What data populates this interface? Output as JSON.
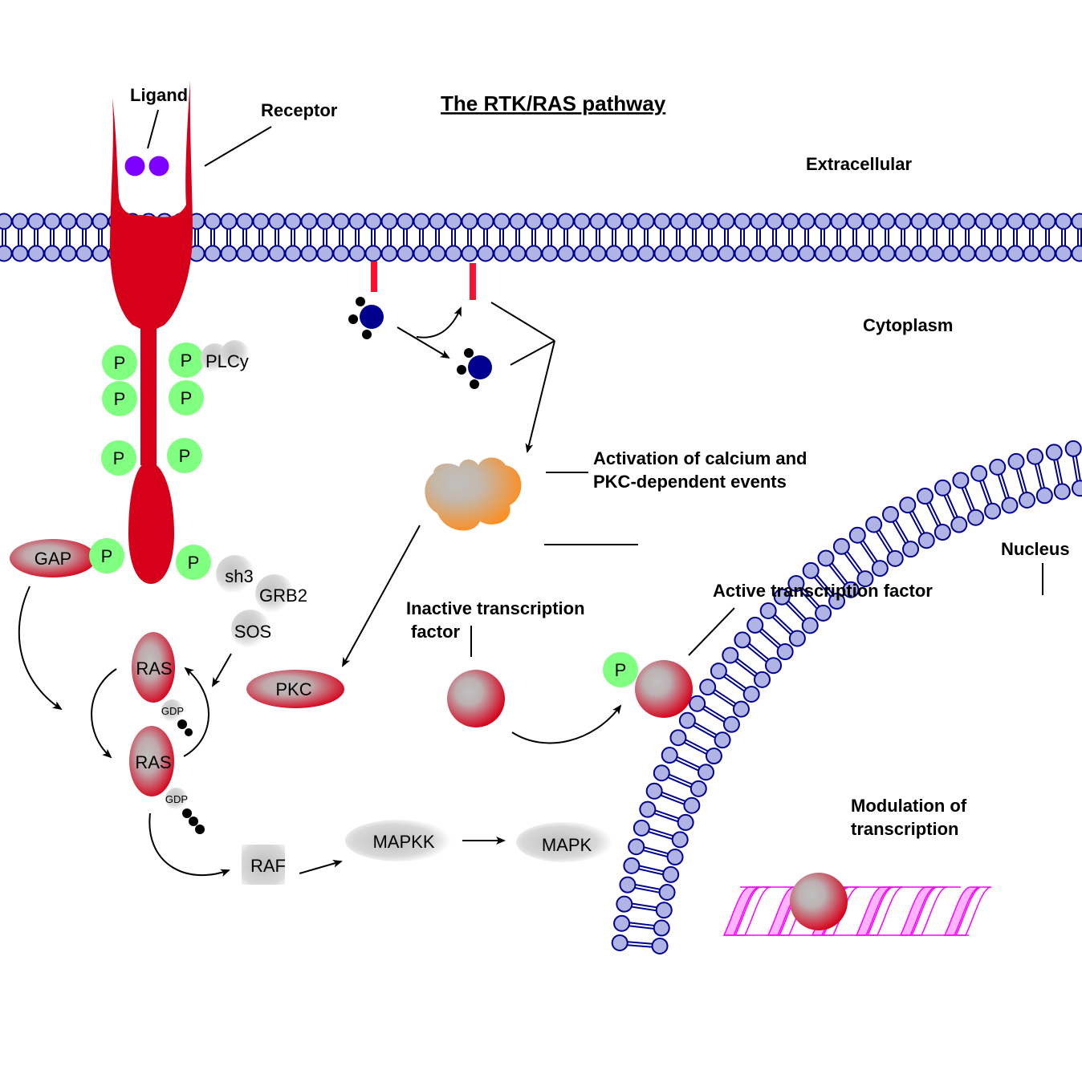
{
  "title": "The RTK/RAS pathway",
  "regions": {
    "extracellular": "Extracellular",
    "cytoplasm": "Cytoplasm",
    "nucleus": "Nucleus"
  },
  "labels": {
    "ligand": "Ligand",
    "receptor": "Receptor",
    "calcium_line1": "Activation of calcium and",
    "calcium_line2": "PKC-dependent events",
    "inactive_tf_line1": "Inactive transcription",
    "inactive_tf_line2": "factor",
    "active_tf": "Active transcription factor",
    "modulation_line1": "Modulation of",
    "modulation_line2": "transcription"
  },
  "nodes": {
    "phospho": "P",
    "plcy": "PLCy",
    "gap": "GAP",
    "sh3": "sh3",
    "grb2": "GRB2",
    "sos": "SOS",
    "ras": "RAS",
    "gdp": "GDP",
    "pkc": "PKC",
    "raf": "RAF",
    "mapkk": "MAPKK",
    "mapk": "MAPK"
  },
  "colors": {
    "receptor": "#d7001a",
    "ligand": "#8000ff",
    "phosphate": "#80ff80",
    "membrane_head": "#b0b4e4",
    "membrane_edge": "#00008f",
    "g_protein": "#00008f",
    "anchor": "#ff1030",
    "enzyme_orange": "#ff8c1a",
    "dna": "#ff00ff"
  }
}
